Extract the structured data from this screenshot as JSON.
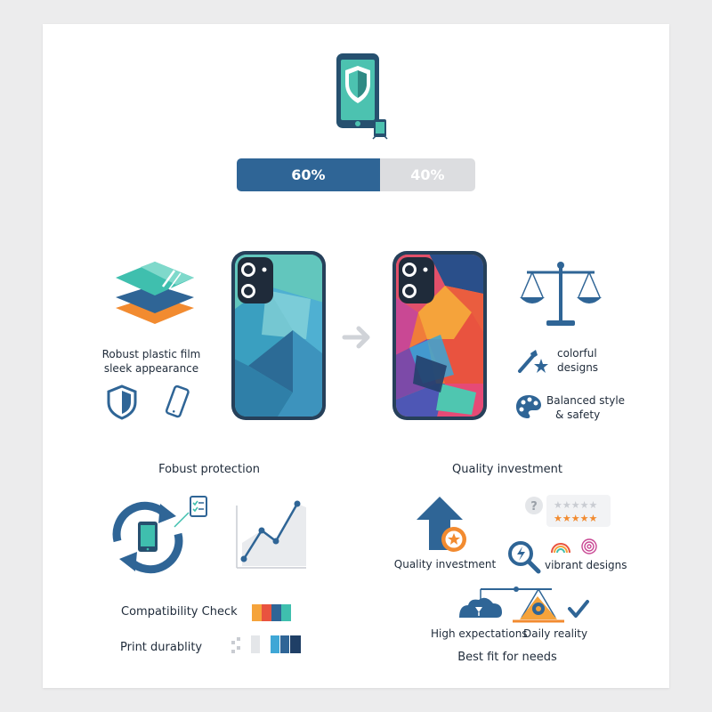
{
  "progress": {
    "primary_value": 60,
    "primary_label": "60%",
    "secondary_label": "40%"
  },
  "left_feature": {
    "line1": "Robust plastic film",
    "line2": "sleek appearance"
  },
  "right_features": {
    "item1_line1": "colorful",
    "item1_line2": "designs",
    "item2_line1": "Balanced style",
    "item2_line2": "& safety"
  },
  "sections": {
    "left_title": "Fobust protection",
    "right_title": "Quality investment"
  },
  "left_bottom": {
    "compat_label": "Compatibility Check",
    "print_label": "Print durablity"
  },
  "right_bottom": {
    "quality_label": "Quality investment",
    "vibrant_label": "vibrant designs",
    "high_label": "High expectations",
    "daily_label": "Daily reality",
    "best_fit_label": "Best fit for needs"
  },
  "colors": {
    "navy": "#2f6596",
    "teal": "#3fbfae",
    "orange": "#f28b30",
    "background": "#ececed"
  }
}
